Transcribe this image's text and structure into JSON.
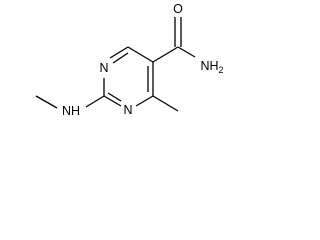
{
  "molecule": {
    "atoms": {
      "carbonyl_oxygen": "O",
      "amide_nitrogen": "NH",
      "amide_nitrogen_subscript": "2",
      "ring_nitrogen_top": "N",
      "ring_nitrogen_bottom": "N",
      "amine_nitrogen": "NH"
    }
  }
}
